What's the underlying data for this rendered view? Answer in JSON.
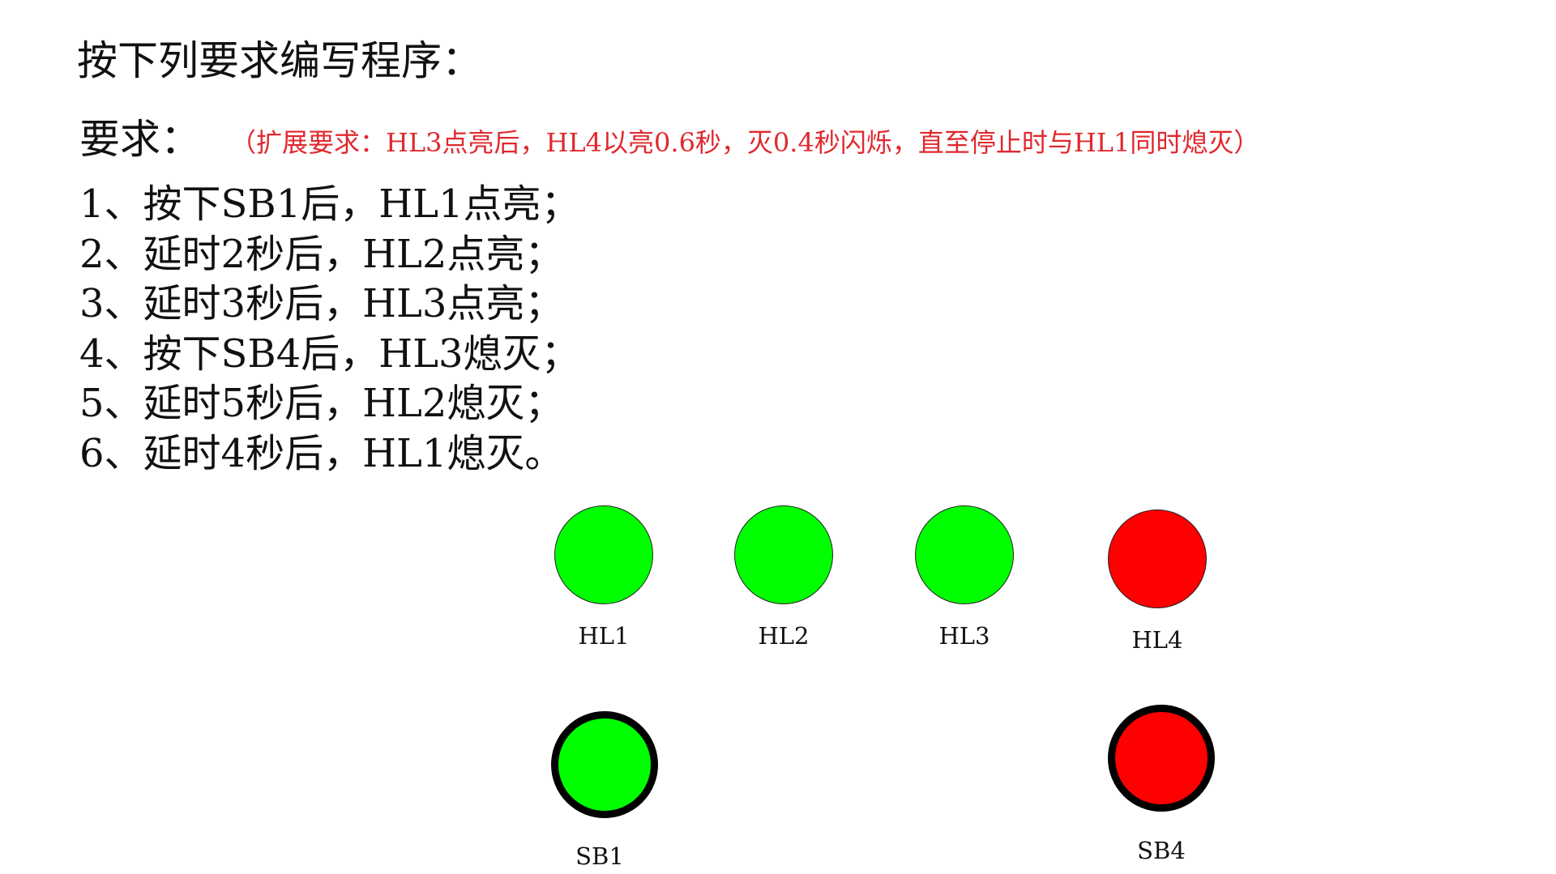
{
  "title": "按下列要求编写程序：",
  "requirement": {
    "label": "要求：",
    "extension": "（扩展要求：HL3点亮后，HL4以亮0.6秒，灭0.4秒闪烁，直至停止时与HL1同时熄灭）"
  },
  "steps": [
    "1、按下SB1后，HL1点亮；",
    "2、延时2秒后，HL2点亮；",
    "3、延时3秒后，HL3点亮；",
    "4、按下SB4后，HL3熄灭；",
    "5、延时5秒后，HL2熄灭；",
    "6、延时4秒后，HL1熄灭。"
  ],
  "indicators": [
    {
      "label": "HL1",
      "color": "#00ff00"
    },
    {
      "label": "HL2",
      "color": "#00ff00"
    },
    {
      "label": "HL3",
      "color": "#00ff00"
    },
    {
      "label": "HL4",
      "color": "#ff0000"
    }
  ],
  "buttons": [
    {
      "label": "SB1",
      "color": "#00ff00"
    },
    {
      "label": "SB4",
      "color": "#ff0000"
    }
  ]
}
